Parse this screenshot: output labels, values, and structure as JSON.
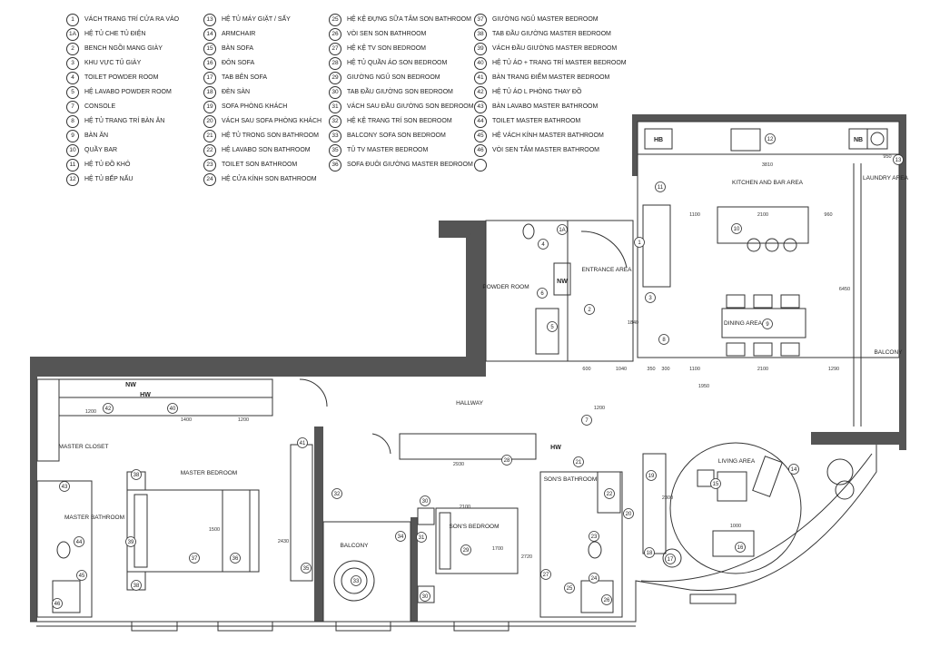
{
  "legend": [
    {
      "num": "1",
      "label": "VÁCH TRANG TRÍ CỬA RA VÀO"
    },
    {
      "num": "1A",
      "label": "HỆ TỦ CHE TỦ ĐIỆN"
    },
    {
      "num": "2",
      "label": "BENCH NGỒI MANG GIÀY"
    },
    {
      "num": "3",
      "label": "KHU VỰC TỦ GIÀY"
    },
    {
      "num": "4",
      "label": "TOILET POWDER ROOM"
    },
    {
      "num": "5",
      "label": "HỆ LAVABO POWDER ROOM"
    },
    {
      "num": "7",
      "label": "CONSOLE"
    },
    {
      "num": "8",
      "label": "HỆ TỦ TRANG TRÍ BÀN ĂN"
    },
    {
      "num": "9",
      "label": "BÀN ĂN"
    },
    {
      "num": "10",
      "label": "QUẦY BAR"
    },
    {
      "num": "11",
      "label": "HỆ TỦ ĐỒ KHÔ"
    },
    {
      "num": "12",
      "label": "HỆ TỦ BẾP NẤU"
    },
    {
      "num": "13",
      "label": "HỆ TỦ MÁY GIẶT / SẤY"
    },
    {
      "num": "14",
      "label": "ARMCHAIR"
    },
    {
      "num": "15",
      "label": "BÀN SOFA"
    },
    {
      "num": "16",
      "label": "ĐÔN SOFA"
    },
    {
      "num": "17",
      "label": "TAB BÊN SOFA"
    },
    {
      "num": "18",
      "label": "ĐÈN SÀN"
    },
    {
      "num": "19",
      "label": "SOFA PHÒNG KHÁCH"
    },
    {
      "num": "20",
      "label": "VÁCH SAU SOFA PHÒNG KHÁCH"
    },
    {
      "num": "21",
      "label": "HỆ TỦ TRONG SON BATHROOM"
    },
    {
      "num": "22",
      "label": "HỆ LAVABO SON BATHROOM"
    },
    {
      "num": "23",
      "label": "TOILET SON BATHROOM"
    },
    {
      "num": "24",
      "label": "HỆ CỬA KÍNH SON BATHROOM"
    },
    {
      "num": "25",
      "label": "HỆ KỆ ĐỰNG SỮA TẮM SON BATHROOM"
    },
    {
      "num": "26",
      "label": "VÒI SEN SON BATHROOM"
    },
    {
      "num": "27",
      "label": "HỆ KỆ TV SON BEDROOM"
    },
    {
      "num": "28",
      "label": "HỆ TỦ QUẦN ÁO SON BEDROOM"
    },
    {
      "num": "29",
      "label": "GIƯỜNG NGỦ SON BEDROOM"
    },
    {
      "num": "30",
      "label": "TAB ĐẦU GIƯỜNG SON BEDROOM"
    },
    {
      "num": "31",
      "label": "VÁCH SAU ĐẦU GIƯỜNG SON BEDROOM"
    },
    {
      "num": "32",
      "label": "HỆ KỆ TRANG TRÍ SON BEDROOM"
    },
    {
      "num": "33",
      "label": "BALCONY SOFA SON BEDROOM"
    },
    {
      "num": "35",
      "label": "TỦ TV MASTER BEDROOM"
    },
    {
      "num": "36",
      "label": "SOFA ĐUÔI GIƯỜNG MASTER BEDROOM"
    },
    {
      "num": "37",
      "label": "GIƯỜNG NGỦ MASTER BEDROOM"
    },
    {
      "num": "38",
      "label": "TAB ĐẦU GIƯỜNG MASTER BEDROOM"
    },
    {
      "num": "39",
      "label": "VÁCH ĐẦU GIƯỜNG MASTER BEDROOM"
    },
    {
      "num": "40",
      "label": "HỆ TỦ ÁO + TRANG TRÍ MASTER BEDROOM"
    },
    {
      "num": "41",
      "label": "BÀN TRANG ĐIỂM MASTER BEDROOM"
    },
    {
      "num": "42",
      "label": "HỆ TỦ ÁO L PHÒNG THAY ĐỒ"
    },
    {
      "num": "43",
      "label": "BÀN LAVABO MASTER BATHROOM"
    },
    {
      "num": "44",
      "label": "TOILET MASTER BATHROOM"
    },
    {
      "num": "45",
      "label": "HỆ VÁCH KÍNH MASTER BATHROOM"
    },
    {
      "num": "46",
      "label": "VÒI SEN TẮM MASTER BATHROOM"
    }
  ],
  "rooms": {
    "kitchen": "KITCHEN AND BAR AREA",
    "laundry": "LAUNDRY AREA",
    "powder": "POWDER ROOM",
    "entrance": "ENTRANCE AREA",
    "dining": "DINING AREA",
    "balcony_east": "BALCONY",
    "hallway": "HALLWAY",
    "master_bedroom": "MASTER BEDROOM",
    "master_closet": "MASTER CLOSET",
    "master_bathroom": "MASTER BATHROOM",
    "balcony_son": "BALCONY",
    "sons_bedroom": "SON'S BEDROOM",
    "sons_bathroom": "SON'S BATHROOM",
    "living": "LIVING AREA"
  },
  "tags": {
    "hb": "HB",
    "nb": "NB",
    "nw": "NW",
    "hw": "HW"
  },
  "dims": {
    "d3810": "3810",
    "d1100": "1100",
    "d2100a": "2100",
    "d960": "960",
    "d6450": "6450",
    "d1290": "1290",
    "d600": "600",
    "d1040": "1040",
    "d350": "350",
    "d300": "300",
    "d1100b": "1100",
    "d2100b": "2100",
    "d1400": "1400",
    "d1200a": "1200",
    "d1200b": "1200",
    "d2930": "2930",
    "d2100c": "2100",
    "d1200c": "1200",
    "d2720": "2720",
    "d2430": "2430",
    "d1700": "1700",
    "d1500": "1500",
    "d2300": "2300",
    "d1000": "1000",
    "d1950": "1950",
    "d1840": "1840",
    "d950": "950"
  },
  "markers": {
    "m1": "1",
    "m1A": "1A",
    "m2": "2",
    "m3": "3",
    "m4": "4",
    "m5": "5",
    "m6": "6",
    "m7": "7",
    "m8": "8",
    "m9": "9",
    "m10": "10",
    "m11": "11",
    "m12": "12",
    "m13": "13",
    "m14": "14",
    "m15": "15",
    "m16": "16",
    "m17": "17",
    "m18": "18",
    "m19": "19",
    "m20": "20",
    "m21": "21",
    "m22": "22",
    "m23": "23",
    "m24": "24",
    "m25": "25",
    "m26": "26",
    "m27": "27",
    "m28": "28",
    "m29": "29",
    "m30a": "30",
    "m30b": "30",
    "m31": "31",
    "m32": "32",
    "m33": "33",
    "m34": "34",
    "m35": "35",
    "m36": "36",
    "m37": "37",
    "m38a": "38",
    "m38b": "38",
    "m39": "39",
    "m40": "40",
    "m41": "41",
    "m42": "42",
    "m43": "43",
    "m44": "44",
    "m45": "45",
    "m46": "46"
  }
}
